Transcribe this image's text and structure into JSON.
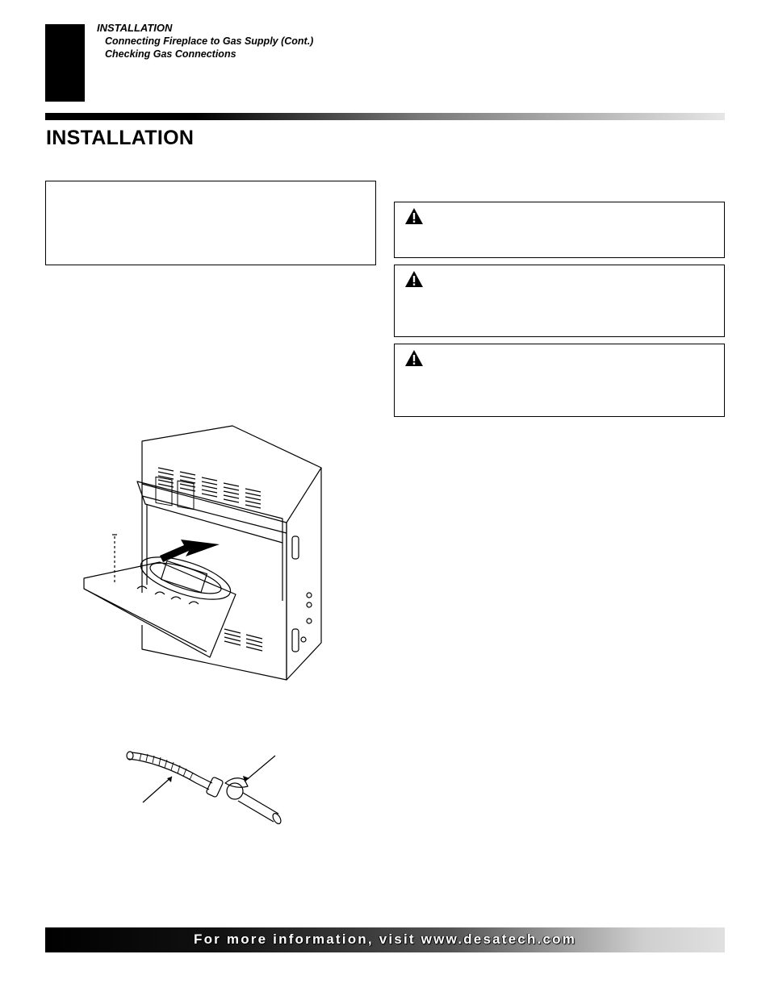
{
  "header": {
    "section": "INSTALLATION",
    "sub1": "Connecting Fireplace to Gas Supply (Cont.)",
    "sub2": "Checking Gas Connections"
  },
  "page_title": "INSTALLATION",
  "warnings": [
    {
      "icon": "warning-triangle-icon"
    },
    {
      "icon": "warning-triangle-icon"
    },
    {
      "icon": "warning-triangle-icon"
    }
  ],
  "footer": {
    "text": "For more information, visit www.desatech.com"
  }
}
